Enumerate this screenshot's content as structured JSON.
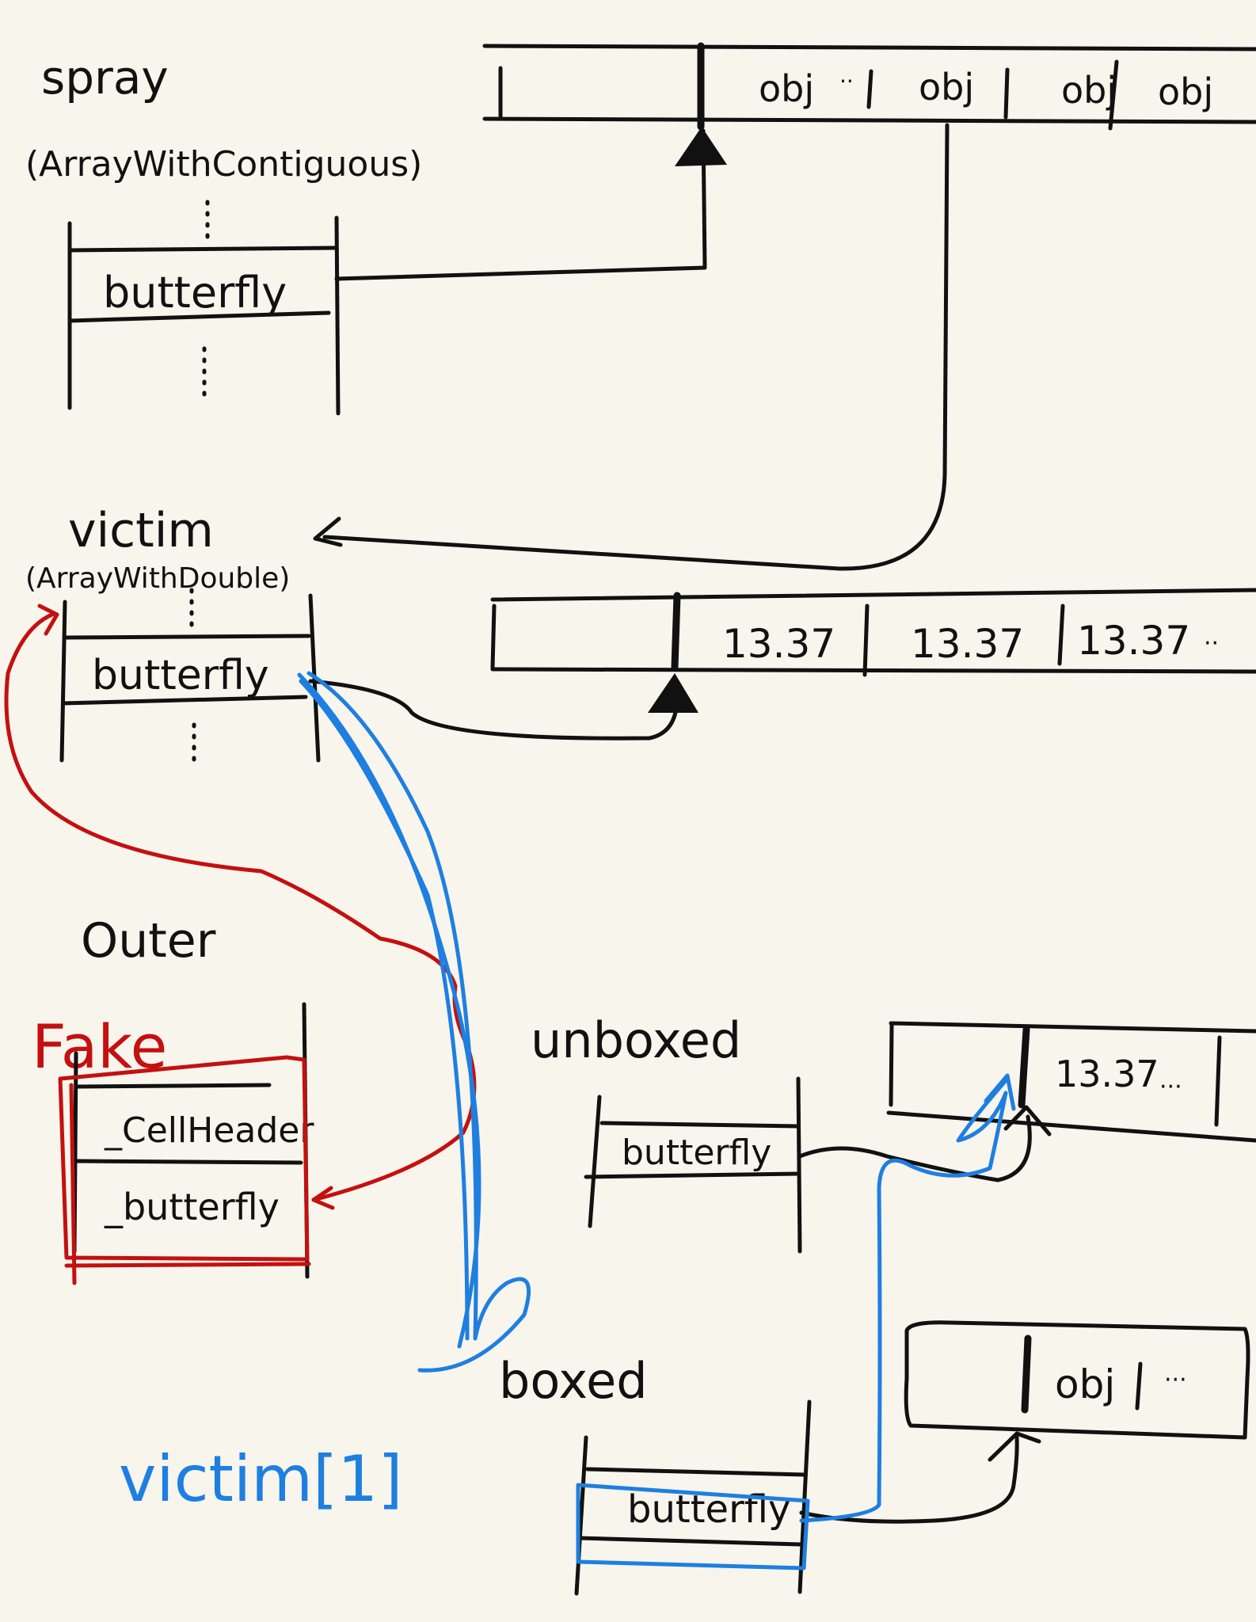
{
  "spray": {
    "title": "spray",
    "subtitle": "(ArrayWithContiguous)",
    "field": "butterfly",
    "cells": [
      "obj",
      "obj",
      "obj",
      "obj"
    ]
  },
  "victim": {
    "title": "victim",
    "subtitle": "(ArrayWithDouble)",
    "field": "butterfly",
    "cells": [
      "13.37",
      "13.37",
      "13.37"
    ]
  },
  "outer": {
    "title": "Outer",
    "fake_label": "Fake",
    "field_header": "_CellHeader",
    "field_butterfly": "_butterfly"
  },
  "unboxed": {
    "title": "unboxed",
    "field": "butterfly",
    "cell": "13.37"
  },
  "boxed": {
    "title": "boxed",
    "field": "butterfly",
    "cell": "obj"
  },
  "victim_index_label": "victim[1]",
  "colors": {
    "ink": "#111111",
    "red": "#c41010",
    "blue": "#1e7fe0",
    "paper": "#f7f5ec"
  }
}
